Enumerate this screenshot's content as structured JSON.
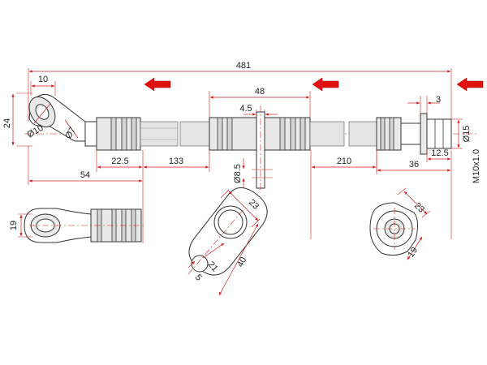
{
  "dimensions": {
    "total_length": "481",
    "banjo_offset": "10",
    "banjo_height": "24",
    "banjo_bore": "Ø10",
    "banjo_outlet": "Ø7",
    "first_clip": "48",
    "clip_width": "4.5",
    "clip_hole": "Ø8.5",
    "fitting_22": "22.5",
    "section_133": "133",
    "section_54": "54",
    "section_210": "210",
    "end_3": "3",
    "end_diameter": "Ø15",
    "end_12": "12.5",
    "end_36": "36",
    "thread": "M10x1.0",
    "side_19": "19",
    "bracket_23": "23",
    "bracket_40": "40",
    "bracket_21": "21",
    "bracket_5": "5",
    "hex_23": "23",
    "hex_19": "19"
  },
  "colors": {
    "dimension": "#d62020",
    "arrow": "#e01010",
    "outline": "#333333"
  }
}
